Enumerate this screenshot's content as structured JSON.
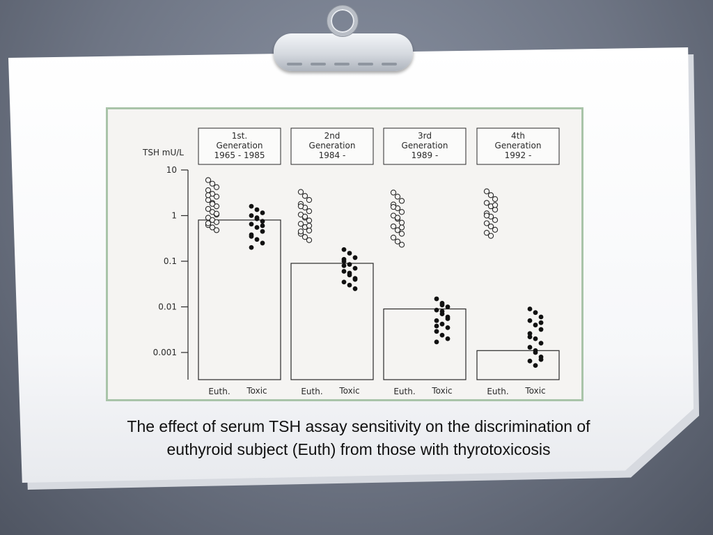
{
  "caption": {
    "line1": "The effect of serum TSH assay sensitivity on the discrimination of",
    "line2": "euthyroid subject (Euth) from those with thyrotoxicosis"
  },
  "chart_data": {
    "type": "scatter",
    "ylabel": "TSH mU/L",
    "yscale": "log",
    "ylim": [
      0.0003,
      10
    ],
    "yticks": [
      {
        "value": 10,
        "label": "10"
      },
      {
        "value": 1,
        "label": "1"
      },
      {
        "value": 0.1,
        "label": "0.1"
      },
      {
        "value": 0.01,
        "label": "0.01"
      },
      {
        "value": 0.001,
        "label": "0.001"
      }
    ],
    "groups": [
      {
        "header": [
          "1st.",
          "Generation",
          "1965 - 1985"
        ],
        "detection_limit": 0.8,
        "labels": [
          "Euth.",
          "Toxic"
        ],
        "euth": [
          6,
          5,
          4.2,
          3.6,
          3,
          2.6,
          2.2,
          1.9,
          1.6,
          1.4,
          1.2,
          1.05,
          0.9,
          0.8,
          0.72,
          0.62,
          0.55,
          0.48,
          2.8,
          1.8,
          1.1,
          0.68
        ],
        "toxic": [
          1.6,
          1.35,
          1.15,
          1.0,
          0.85,
          0.75,
          0.65,
          0.55,
          0.45,
          0.38,
          0.3,
          0.25,
          0.2,
          0.9,
          0.6,
          0.35
        ]
      },
      {
        "header": [
          "2nd",
          "Generation",
          "1984 -"
        ],
        "detection_limit": 0.09,
        "labels": [
          "Euth.",
          "Toxic"
        ],
        "euth": [
          3.3,
          2.7,
          2.2,
          1.8,
          1.5,
          1.25,
          1.05,
          0.9,
          0.78,
          0.66,
          0.56,
          0.47,
          0.4,
          0.34,
          0.29,
          1.6,
          0.95,
          0.6,
          0.45
        ],
        "toxic": [
          0.18,
          0.15,
          0.12,
          0.1,
          0.085,
          0.07,
          0.06,
          0.05,
          0.042,
          0.035,
          0.03,
          0.025,
          0.08,
          0.055,
          0.04,
          0.11
        ]
      },
      {
        "header": [
          "3rd",
          "Generation",
          "1989 -"
        ],
        "detection_limit": 0.009,
        "labels": [
          "Euth.",
          "Toxic"
        ],
        "euth": [
          3.2,
          2.6,
          2.1,
          1.75,
          1.45,
          1.2,
          1.0,
          0.85,
          0.7,
          0.58,
          0.48,
          0.4,
          0.33,
          0.27,
          0.23,
          1.55,
          0.9,
          0.55
        ],
        "toxic": [
          0.015,
          0.012,
          0.01,
          0.0085,
          0.007,
          0.006,
          0.005,
          0.0042,
          0.0035,
          0.0029,
          0.0024,
          0.002,
          0.0017,
          0.008,
          0.0055,
          0.0038,
          0.011
        ]
      },
      {
        "header": [
          "4th",
          "Generation",
          "1992 -"
        ],
        "detection_limit": 0.0011,
        "labels": [
          "Euth.",
          "Toxic"
        ],
        "euth": [
          3.4,
          2.8,
          2.3,
          1.9,
          1.6,
          1.35,
          1.12,
          0.95,
          0.8,
          0.68,
          0.58,
          0.49,
          0.42,
          0.36,
          1.7,
          1.0
        ],
        "toxic": [
          0.009,
          0.0075,
          0.006,
          0.005,
          0.004,
          0.0032,
          0.0026,
          0.002,
          0.0016,
          0.0013,
          0.001,
          0.0008,
          0.00065,
          0.00052,
          0.0045,
          0.0022,
          0.0011,
          0.0007
        ]
      }
    ]
  }
}
